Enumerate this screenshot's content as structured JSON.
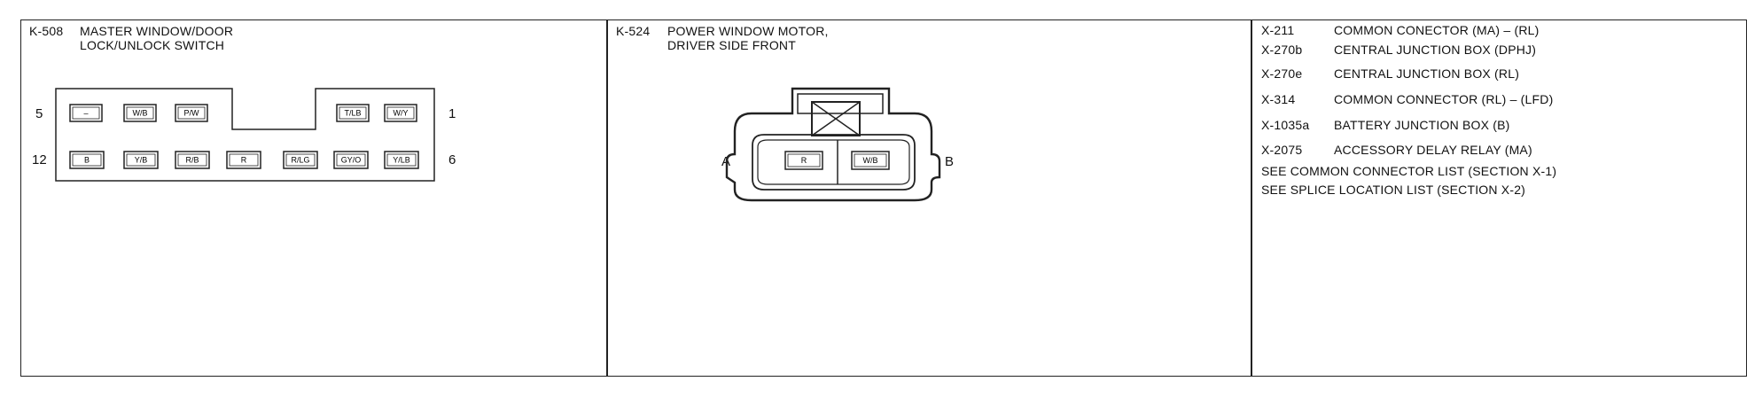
{
  "panels": {
    "left": {
      "connector_id": "K-508",
      "title_line1": "MASTER WINDOW/DOOR",
      "title_line2": "LOCK/UNLOCK SWITCH",
      "pin_left_top": "5",
      "pin_right_top": "1",
      "pin_left_bottom": "12",
      "pin_right_bottom": "6",
      "top_row": [
        "–",
        "W/B",
        "P/W",
        "T/LB",
        "W/Y"
      ],
      "bottom_row": [
        "B",
        "Y/B",
        "R/B",
        "R",
        "R/LG",
        "GY/O",
        "Y/LB"
      ]
    },
    "middle": {
      "connector_id": "K-524",
      "title_line1": "POWER WINDOW MOTOR,",
      "title_line2": "DRIVER SIDE FRONT",
      "side_a": "A",
      "side_b": "B",
      "cells": [
        "R",
        "W/B"
      ]
    },
    "right": {
      "rows": [
        {
          "id": "X-211",
          "desc": "COMMON CONECTOR (MA) – (RL)"
        },
        {
          "id": "X-270b",
          "desc": "CENTRAL JUNCTION BOX (DPHJ)"
        },
        {
          "id": "X-270e",
          "desc": "CENTRAL JUNCTION BOX (RL)"
        },
        {
          "id": "X-314",
          "desc": "COMMON CONNECTOR (RL) – (LFD)"
        },
        {
          "id": "X-1035a",
          "desc": "BATTERY JUNCTION BOX (B)"
        },
        {
          "id": "X-2075",
          "desc": "ACCESSORY DELAY RELAY (MA)"
        }
      ],
      "note1": "SEE COMMON CONNECTOR LIST   (SECTION X-1)",
      "note2": "SEE SPLICE LOCATION LIST   (SECTION X-2)"
    }
  }
}
